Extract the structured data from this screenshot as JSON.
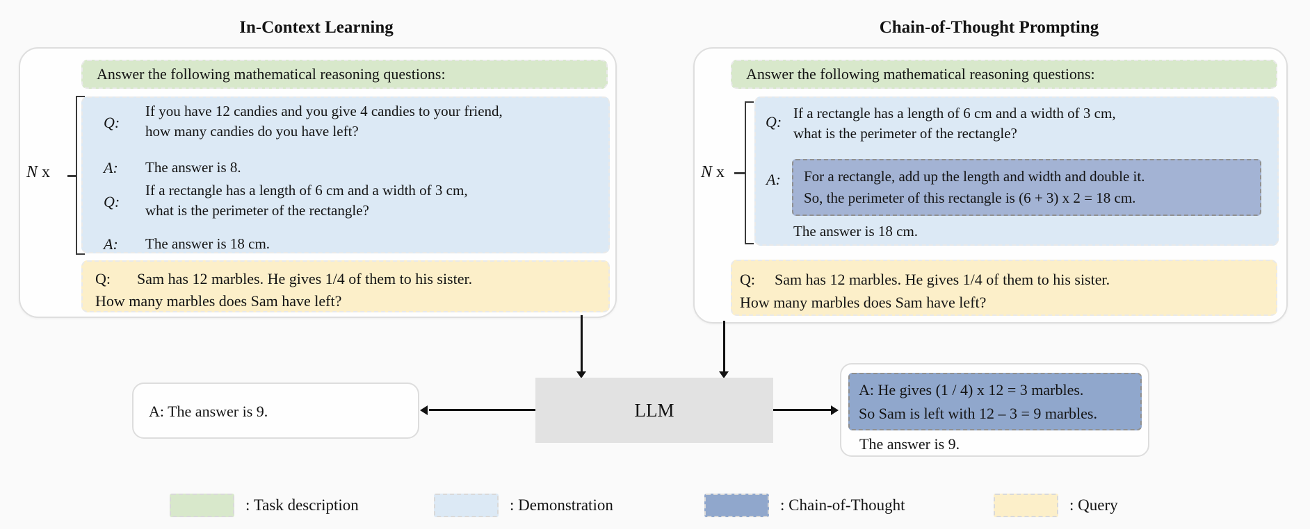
{
  "panels": {
    "icl": {
      "title": "In-Context Learning",
      "repeat_label": {
        "n": "N",
        "times": "x"
      },
      "task_description": "Answer the following mathematical reasoning questions:",
      "demo": [
        {
          "label": "Q:",
          "lines": [
            "If you have 12 candies and you give 4 candies to your friend,",
            "how many candies do you have left?"
          ]
        },
        {
          "label": "A:",
          "lines": [
            "The answer is 8."
          ]
        },
        {
          "label": "Q:",
          "lines": [
            "If a rectangle has a length of 6 cm and a width of 3 cm,",
            "what is the perimeter of the rectangle?"
          ]
        },
        {
          "label": "A:",
          "lines": [
            "The answer is 18 cm."
          ]
        }
      ],
      "query": {
        "label": "Q:",
        "line1": "Sam has 12 marbles. He gives 1/4 of them to his sister.",
        "line2": "How many marbles does Sam have left?"
      }
    },
    "cot": {
      "title": "Chain-of-Thought Prompting",
      "repeat_label": {
        "n": "N",
        "times": "x"
      },
      "task_description": "Answer the following mathematical reasoning questions:",
      "question": {
        "label": "Q:",
        "lines": [
          "If a rectangle has a length of 6 cm and a width of 3 cm,",
          "what is the perimeter of the rectangle?"
        ]
      },
      "answer_label": "A:",
      "chain_of_thought": {
        "lines": [
          "For a rectangle, add up the length and width and double it.",
          "So, the perimeter of this rectangle is (6 + 3) x 2 = 18 cm."
        ]
      },
      "answer_line": "The answer is 18 cm.",
      "query": {
        "label": "Q:",
        "line1": "Sam has 12 marbles. He gives 1/4 of them to his sister.",
        "line2": "How many marbles does Sam have left?"
      }
    }
  },
  "llm": {
    "label": "LLM"
  },
  "outputs": {
    "icl": {
      "text": "A: The answer is 9."
    },
    "cot": {
      "chain_lines": [
        "A: He gives (1 / 4) x 12 = 3 marbles.",
        "So Sam is left with 12 – 3 = 9 marbles."
      ],
      "final": "The answer is 9."
    }
  },
  "legend": {
    "items": [
      {
        "name": "task-description",
        "label": ": Task description",
        "color": "#d8e8cb"
      },
      {
        "name": "demonstration",
        "label": ": Demonstration",
        "color": "#dce9f5"
      },
      {
        "name": "chain-of-thought",
        "label": ": Chain-of-Thought",
        "color": "#90a7cc"
      },
      {
        "name": "query",
        "label": ": Query",
        "color": "#fcefc9"
      }
    ]
  },
  "colors": {
    "task_description": "#d8e8cb",
    "demonstration": "#dce9f5",
    "chain_of_thought_panel": "#a3b3d4",
    "chain_of_thought_strong": "#90a7cc",
    "query": "#fcefc9",
    "llm_box": "#e2e2e2"
  }
}
